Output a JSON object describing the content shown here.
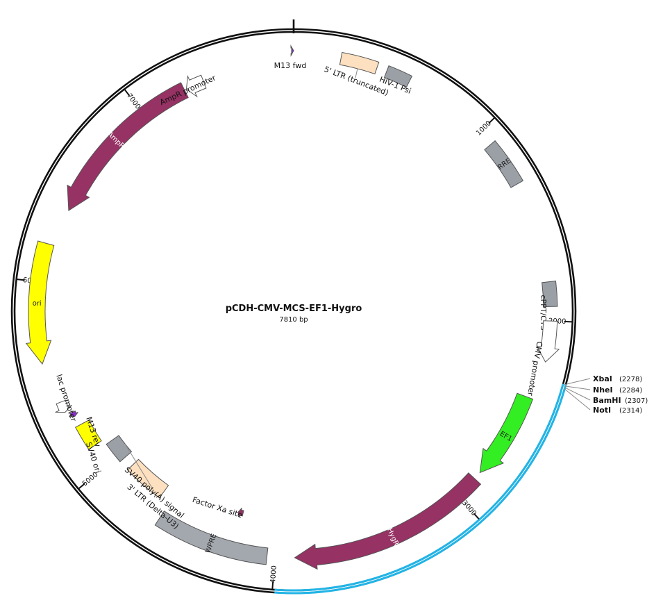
{
  "plasmid": {
    "name": "pCDH-CMV-MCS-EF1-Hygro",
    "length_label": "7810 bp",
    "length_bp": 7810
  },
  "ticks": [
    "1000",
    "2000",
    "3000",
    "4000",
    "5000",
    "6000",
    "7000"
  ],
  "features": [
    {
      "id": "m13-fwd",
      "label": "M13 fwd",
      "start": 7800,
      "end": 7810,
      "color": "#8b2fc9",
      "strand": 1,
      "kind": "small"
    },
    {
      "id": "five-ltr",
      "label": "5' LTR (truncated)",
      "start": 230,
      "end": 410,
      "color": "#fde0c0",
      "strand": 0,
      "kind": "box"
    },
    {
      "id": "hiv-psi",
      "label": "HIV-1 Psi",
      "start": 460,
      "end": 580,
      "color": "#9aa0a6",
      "strand": 0,
      "kind": "box"
    },
    {
      "id": "rre",
      "label": "RRE",
      "start": 1080,
      "end": 1310,
      "color": "#9aa0a6",
      "strand": 0,
      "kind": "box"
    },
    {
      "id": "cppt",
      "label": "cPPT/CTS",
      "start": 1810,
      "end": 1930,
      "color": "#9aa0a6",
      "strand": 0,
      "kind": "box"
    },
    {
      "id": "cmv-promoter",
      "label": "CMV promoter",
      "start": 2000,
      "end": 2200,
      "color": "#ffffff",
      "strand": 1,
      "kind": "arrow"
    },
    {
      "id": "ef1",
      "label": "EF1",
      "start": 2390,
      "end": 2840,
      "color": "#33ee22",
      "strand": 1,
      "kind": "arrow"
    },
    {
      "id": "hygr",
      "label": "HygR",
      "start": 2880,
      "end": 3900,
      "color": "#963264",
      "strand": 1,
      "kind": "arrow"
    },
    {
      "id": "wpre",
      "label": "WPRE",
      "start": 4040,
      "end": 4620,
      "color": "#a3a8ae",
      "strand": 0,
      "kind": "box"
    },
    {
      "id": "factor-xa",
      "label": "Factor Xa site",
      "start": 4210,
      "end": 4240,
      "color": "#963264",
      "strand": 1,
      "kind": "small"
    },
    {
      "id": "three-ltr",
      "label": "3' LTR (Delta-U3)",
      "start": 4680,
      "end": 4910,
      "color": "#fde0c0",
      "strand": 0,
      "kind": "box"
    },
    {
      "id": "sv40-pa",
      "label": "SV40 poly(A) signal",
      "start": 4970,
      "end": 5090,
      "color": "#9aa0a6",
      "strand": 0,
      "kind": "box"
    },
    {
      "id": "sv40-ori",
      "label": "SV40 ori",
      "start": 5120,
      "end": 5250,
      "color": "#ffff00",
      "strand": 0,
      "kind": "box"
    },
    {
      "id": "m13-rev",
      "label": "M13 rev",
      "start": 5300,
      "end": 5325,
      "color": "#8b2fc9",
      "strand": -1,
      "kind": "small"
    },
    {
      "id": "lac-promoter",
      "label": "lac promoter",
      "start": 5340,
      "end": 5395,
      "color": "#ffffff",
      "strand": -1,
      "kind": "arrow"
    },
    {
      "id": "ori",
      "label": "ori",
      "start": 5600,
      "end": 6190,
      "color": "#ffff00",
      "strand": -1,
      "kind": "arrow"
    },
    {
      "id": "ampr",
      "label": "AmpR",
      "start": 6380,
      "end": 7240,
      "color": "#963264",
      "strand": -1,
      "kind": "arrow"
    },
    {
      "id": "ampr-promoter",
      "label": "AmpR promoter",
      "start": 7250,
      "end": 7345,
      "color": "#ffffff",
      "strand": -1,
      "kind": "arrow"
    }
  ],
  "sites": [
    {
      "name": "XbaI",
      "position": "(2278)"
    },
    {
      "name": "NheI",
      "position": "(2284)"
    },
    {
      "name": "BamHI",
      "position": "(2307)"
    },
    {
      "name": "NotI",
      "position": "(2314)"
    }
  ],
  "insert_region": {
    "start": 2280,
    "end": 3990,
    "color": "#22b4e6"
  }
}
